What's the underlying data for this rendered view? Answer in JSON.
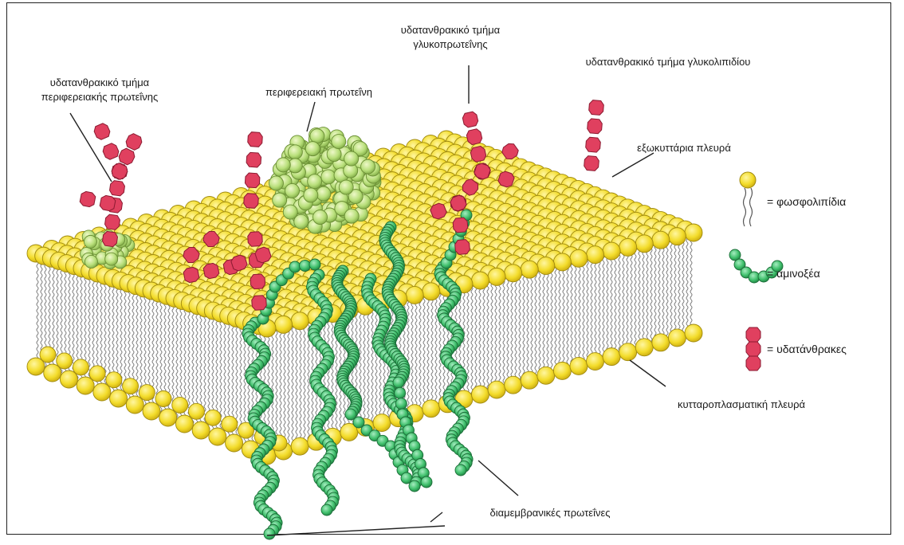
{
  "labels": {
    "carb_peripheral_line1": "υδατανθρακικό τμήμα",
    "carb_peripheral_line2": "περιφερειακής πρωτεΐνης",
    "peripheral_protein": "περιφερειακή πρωτεΐνη",
    "carb_glycoprotein_line1": "υδατανθρακικό τμήμα",
    "carb_glycoprotein_line2": "γλυκοπρωτεΐνης",
    "carb_glycolipid": "υδατανθρακικό τμήμα γλυκολιπιδίου",
    "extracellular_side": "εξωκυττάρια πλευρά",
    "cytoplasmic_side": "κυτταροπλασματική πλευρά",
    "transmembrane_proteins": "διαμεμβρανικές πρωτεΐνες"
  },
  "legend": [
    {
      "icon": "phospholipid-icon",
      "text": "= φωσφολιπίδια"
    },
    {
      "icon": "amino-acid-chain-icon",
      "text": "= αμινοξέα"
    },
    {
      "icon": "carbohydrate-icon",
      "text": "= υδατάνθρακες"
    }
  ],
  "colors": {
    "phospholipid_head": "#f3dc2a",
    "phospholipid_outline": "#a08a10",
    "amino_acid": "#3fbf6b",
    "peripheral_protein": "#b8df7a",
    "carbohydrate": "#e0405f",
    "tail": "#555555"
  }
}
